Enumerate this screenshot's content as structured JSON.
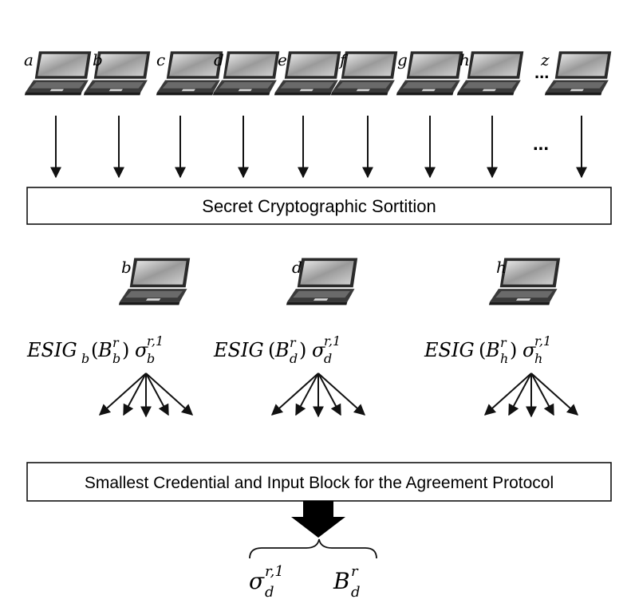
{
  "nodes_top": [
    "a",
    "b",
    "c",
    "d",
    "e",
    "f",
    "g",
    "h",
    "z"
  ],
  "ellipsis": "...",
  "sortition_label": "Secret Cryptographic Sortition",
  "selected": [
    {
      "letter": "b",
      "sig_base": "ESIG",
      "sig_sub": "b",
      "block": "B",
      "block_sup": "r",
      "block_sub": "b",
      "sigma_sup": "r,1",
      "sigma_sub": "b"
    },
    {
      "letter": "d",
      "sig_base": "ESIG",
      "sig_sub": "",
      "block": "B",
      "block_sup": "r",
      "block_sub": "d",
      "sigma_sup": "r,1",
      "sigma_sub": "d"
    },
    {
      "letter": "h",
      "sig_base": "ESIG",
      "sig_sub": "",
      "block": "B",
      "block_sup": "r",
      "block_sub": "h",
      "sigma_sup": "r,1",
      "sigma_sub": "h"
    }
  ],
  "agreement_label": "Smallest Credential and Input Block for the Agreement Protocol",
  "result": {
    "sigma_sup": "r,1",
    "sigma_sub": "d",
    "block": "B",
    "block_sup": "r",
    "block_sub": "d"
  }
}
